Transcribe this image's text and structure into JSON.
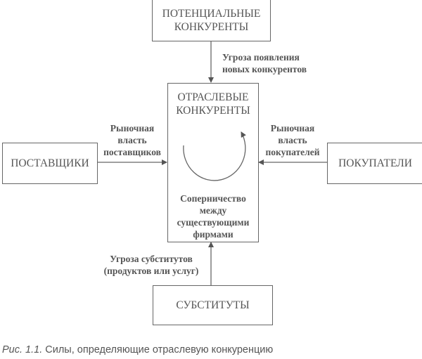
{
  "boxes": {
    "potential": [
      "ПОТЕНЦИАЛЬНЫЕ",
      "КОНКУРЕНТЫ"
    ],
    "industry": [
      "ОТРАСЛЕВЫЕ",
      "КОНКУРЕНТЫ"
    ],
    "suppliers": "ПОСТАВЩИКИ",
    "buyers": "ПОКУПАТЕЛИ",
    "substitutes": "СУБСТИТУТЫ"
  },
  "forces": {
    "new_entrants": [
      "Угроза появления",
      "новых конкурентов"
    ],
    "suppliers": [
      "Рыночная",
      "власть",
      "поставщиков"
    ],
    "buyers": [
      "Рыночная",
      "власть",
      "покупателей"
    ],
    "substitutes": [
      "Угроза субститутов",
      "(продуктов или услуг)"
    ],
    "rivalry": [
      "Соперничество",
      "между",
      "существующими",
      "фирмами"
    ]
  },
  "caption": {
    "number": "Рис. 1.1.",
    "text": " Силы, определяющие отраслевую конкуренцию"
  }
}
